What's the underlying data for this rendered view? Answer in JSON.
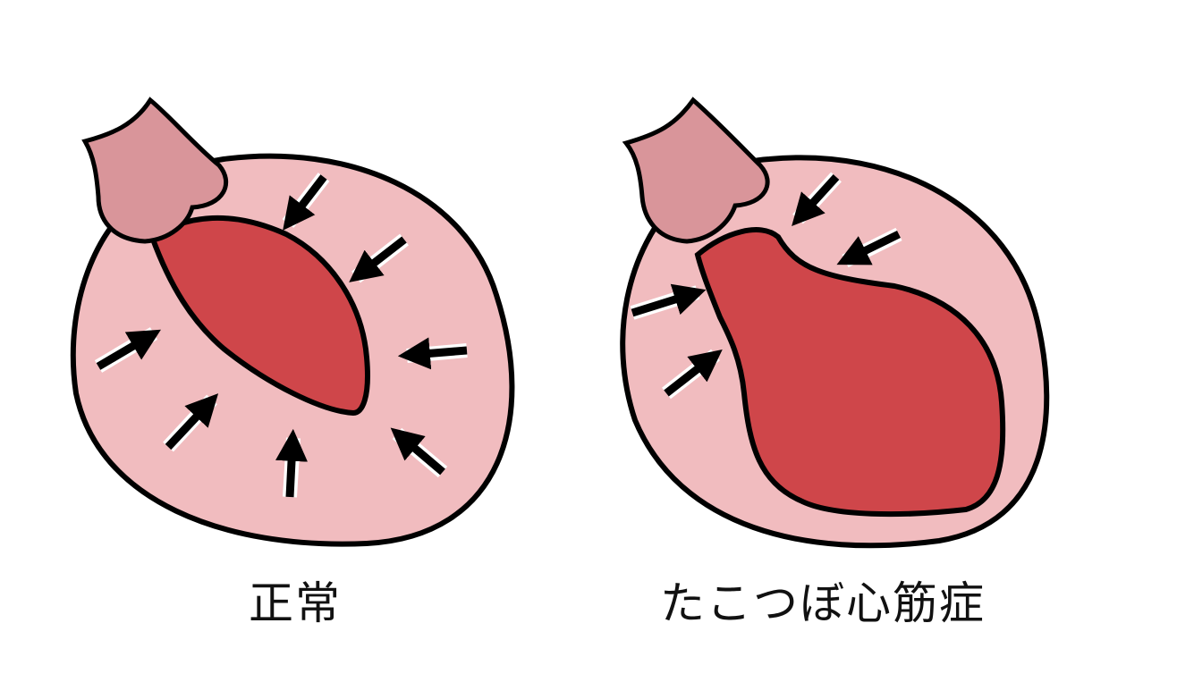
{
  "panels": [
    {
      "id": "normal",
      "label": "正常"
    },
    {
      "id": "takotsubo",
      "label": "たこつぼ心筋症"
    }
  ],
  "colors": {
    "wall": "#f1bcbf",
    "cavity": "#cf464a",
    "vessel": "#d9959a",
    "outline": "#000000",
    "arrow": "#000000",
    "background": "#ffffff"
  },
  "icons": [
    "inward-arrow-icon"
  ]
}
